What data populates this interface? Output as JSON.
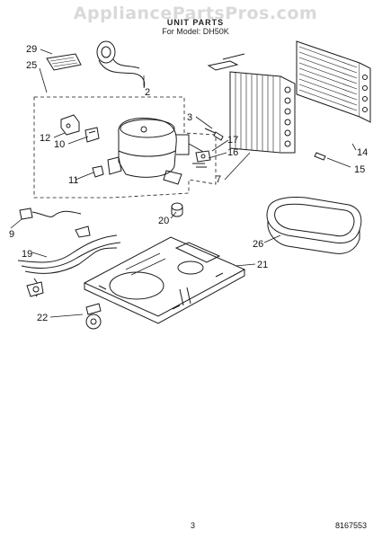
{
  "header": {
    "watermark": "AppliancePartsPros.com",
    "title": "UNIT PARTS",
    "subtitle": "For Model: DH50K"
  },
  "footer": {
    "page_number": "3",
    "document_number": "8167553"
  },
  "callouts": {
    "c2": "2",
    "c3": "3",
    "c7": "7",
    "c9": "9",
    "c10": "10",
    "c11": "11",
    "c12": "12",
    "c14": "14",
    "c15": "15",
    "c16": "16",
    "c17": "17",
    "c19": "19",
    "c20": "20",
    "c21": "21",
    "c22": "22",
    "c25": "25",
    "c26": "26",
    "c29": "29"
  },
  "colors": {
    "line": "#1a1a1a",
    "watermark": "#d9d9d9",
    "background": "#ffffff"
  }
}
